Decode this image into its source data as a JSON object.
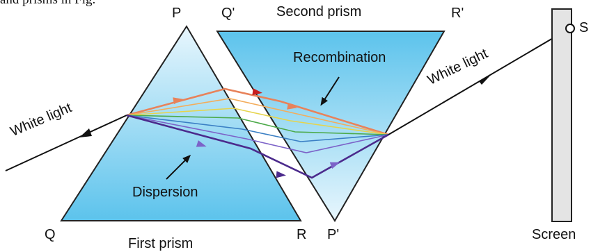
{
  "caption_fragment": "and prisms in Fig.",
  "labels": {
    "first_prism_apex": "P",
    "first_prism_left": "Q",
    "first_prism_right": "R",
    "second_prism_apex": "P'",
    "second_prism_left": "Q'",
    "second_prism_right": "R'",
    "screen_point": "S",
    "first_prism": "First prism",
    "second_prism": "Second prism",
    "screen": "Screen",
    "incident_ray": "White light",
    "emergent_ray": "White light",
    "dispersion": "Dispersion",
    "recombination": "Recombination"
  },
  "colors": {
    "prism_top": "#e8f6fd",
    "prism_bottom": "#5cc3ec",
    "prism_edge": "#222222",
    "ray": "#111111",
    "screen_fill": "#e4e4e4",
    "spectrum": [
      "#e8825a",
      "#f3ad5c",
      "#e6d44c",
      "#4daa4a",
      "#3a7fc4",
      "#7c62c8",
      "#4b2a8c"
    ]
  }
}
